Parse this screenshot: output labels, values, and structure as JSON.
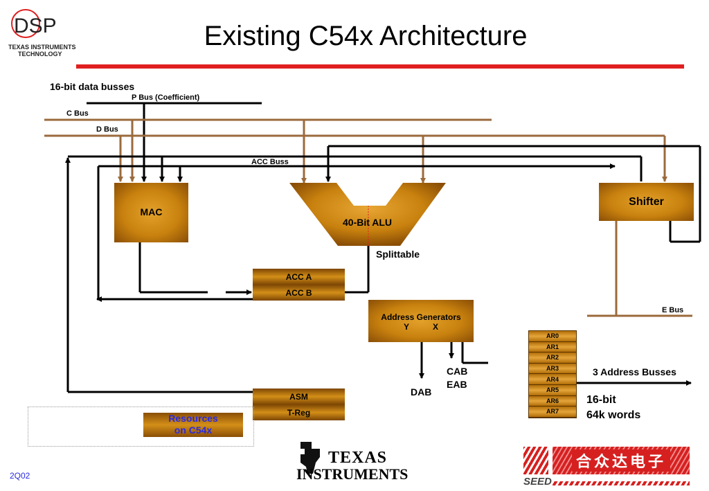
{
  "title": "Existing C54x Architecture",
  "logo": {
    "text": "DSP",
    "line1": "TEXAS INSTRUMENTS",
    "line2": "TECHNOLOGY"
  },
  "labels": {
    "data_busses": "16-bit data busses",
    "p_bus": "P Bus (Coefficient)",
    "c_bus": "C Bus",
    "d_bus": "D Bus",
    "acc_buss": "ACC Buss",
    "splittable": "Splittable",
    "e_bus": "E Bus",
    "cab": "CAB",
    "eab": "EAB",
    "dab": "DAB",
    "three_address": "3 Address Busses",
    "sixteen_bit": "16-bit",
    "words": "64k words"
  },
  "blocks": {
    "mac": "MAC",
    "alu": "40-Bit ALU",
    "shifter": "Shifter",
    "acc_a": "ACC A",
    "acc_b": "ACC B",
    "addr_gen": "Address Generators",
    "addr_y": "Y",
    "addr_x": "X",
    "asm": "ASM",
    "treg": "T-Reg",
    "resources_line1": "Resources",
    "resources_line2": "on C54x"
  },
  "ar_registers": [
    "AR0",
    "AR1",
    "AR2",
    "AR3",
    "AR4",
    "AR5",
    "AR6",
    "AR7"
  ],
  "footer": "2Q02",
  "ti_logo": {
    "line1": "TEXAS",
    "line2": "INSTRUMENTS"
  },
  "seed_logo": {
    "chinese": "合众达电子",
    "brand": "SEED"
  },
  "colors": {
    "bus_brown": "#9b6a3c",
    "bus_black": "#000000",
    "accent_red": "#e02020",
    "block_orange": "#c8810e"
  }
}
